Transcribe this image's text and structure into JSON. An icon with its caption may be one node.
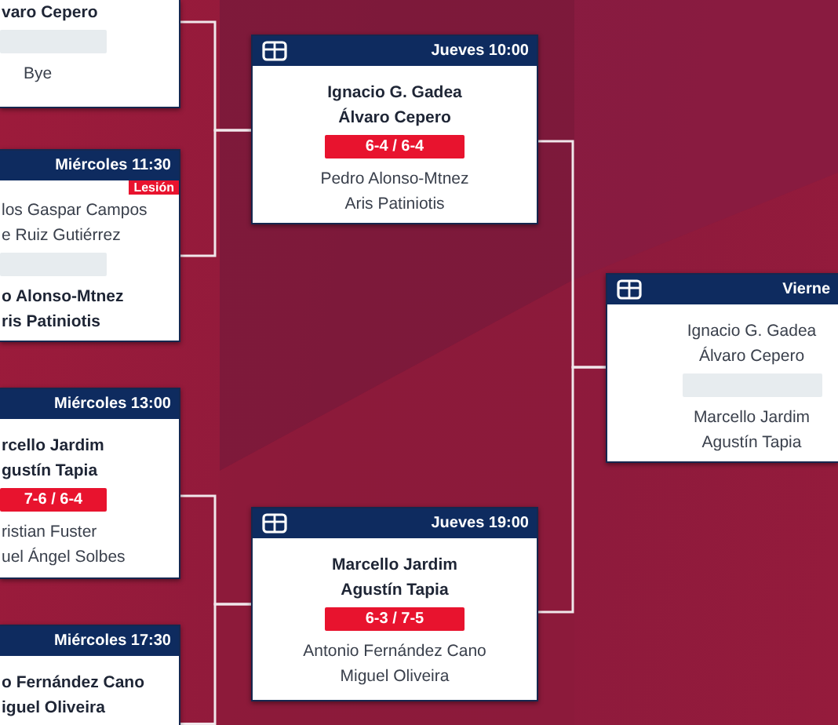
{
  "diagram": {
    "nodes": [
      {
        "text": [
          "varo Cepero",
          "Bye"
        ]
      },
      {
        "text": [
          "Miércoles 11:30",
          "Lesión",
          "los Gaspar Campos",
          "e Ruiz Gutiérrez",
          "o Alonso-Mtnez",
          "ris Patiniotis"
        ]
      },
      {
        "text": [
          "Miércoles 13:00",
          "rcello Jardim",
          "gustín Tapia",
          "7-6 / 6-4",
          "ristian Fuster",
          "uel Ángel Solbes"
        ]
      },
      {
        "text": [
          "Miércoles 17:30",
          "o Fernández Cano",
          "iguel Oliveira"
        ]
      },
      {
        "text": [
          "Jueves 10:00",
          "Ignacio G. Gadea",
          "Álvaro Cepero",
          "6-4 / 6-4",
          "Pedro Alonso-Mtnez",
          "Aris Patiniotis"
        ]
      },
      {
        "text": [
          "Jueves 19:00",
          "Marcello Jardim",
          "Agustín Tapia",
          "6-3 / 7-5",
          "Antonio Fernández Cano",
          "Miguel Oliveira"
        ]
      },
      {
        "text": [
          "Vierne",
          "Ignacio G. Gadea",
          "Álvaro Cepero",
          "Marcello Jardim",
          "Agustín Tapia"
        ]
      },
      {
        "text": [],
        "shape": "bar",
        "in": 0
      },
      {
        "text": [],
        "shape": "bar",
        "in": 1
      },
      {
        "text": [],
        "shape": "bar",
        "in": 6
      }
    ],
    "edges": [
      {
        "from": 0,
        "to": 4,
        "arrow": "none"
      },
      {
        "from": 1,
        "to": 4,
        "arrow": "none"
      },
      {
        "from": 2,
        "to": 5,
        "arrow": "none"
      },
      {
        "from": 3,
        "to": 5,
        "arrow": "none"
      },
      {
        "from": 4,
        "to": 6,
        "arrow": "none"
      },
      {
        "from": 5,
        "to": 6,
        "arrow": "none"
      }
    ]
  }
}
